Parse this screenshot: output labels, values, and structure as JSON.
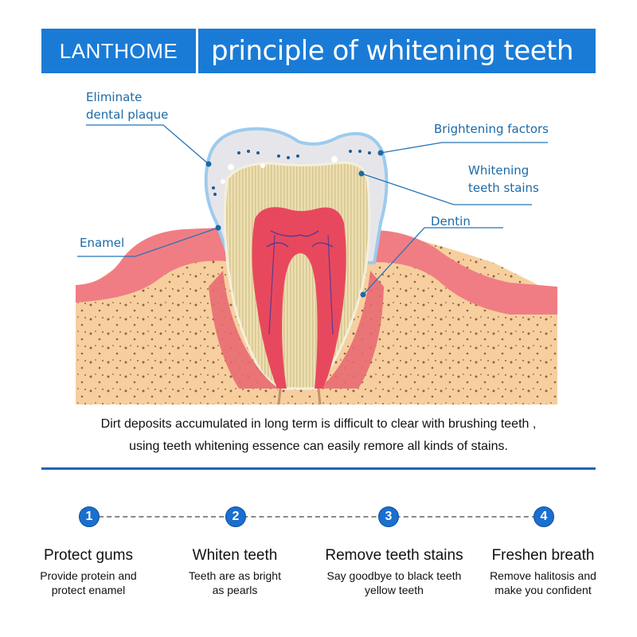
{
  "header": {
    "brand": "LANTHOME",
    "title": "principle of whitening teeth",
    "color": "#1a7bd6"
  },
  "diagram": {
    "labels": {
      "eliminate_line1": "Eliminate",
      "eliminate_line2": "dental plaque",
      "brightening": "Brightening factors",
      "whitening_line1": "Whitening",
      "whitening_line2": "teeth stains",
      "dentin": "Dentin",
      "enamel": "Enamel"
    },
    "label_color": "#1c6aa8"
  },
  "caption": {
    "line1": "Dirt deposits accumulated in long term is difficult  to clear with brushing teeth ,",
    "line2": "using teeth whitening essence can easily remore all kinds of stains."
  },
  "steps": [
    {
      "number": "1",
      "title": "Protect gums",
      "desc_line1": "Provide protein and",
      "desc_line2": "protect enamel"
    },
    {
      "number": "2",
      "title": "Whiten teeth",
      "desc_line1": "Teeth are as bright",
      "desc_line2": "as pearls"
    },
    {
      "number": "3",
      "title": "Remove teeth stains",
      "desc_line1": "Say goodbye to black teeth",
      "desc_line2": "yellow teeth"
    },
    {
      "number": "4",
      "title": "Freshen breath",
      "desc_line1": "Remove halitosis and",
      "desc_line2": "make you confident"
    }
  ]
}
